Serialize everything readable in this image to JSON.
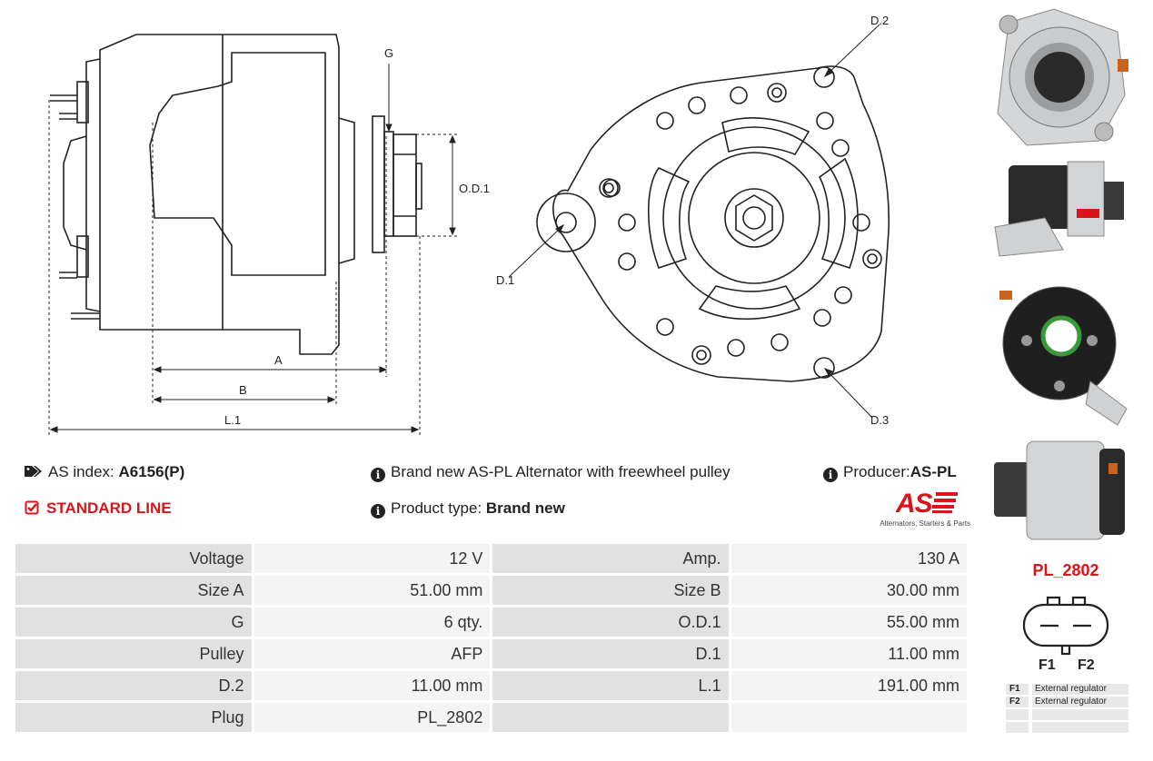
{
  "drawing_labels": {
    "g": "G",
    "od1": "O.D.1",
    "a": "A",
    "b": "B",
    "l1": "L.1",
    "d1": "D.1",
    "d2": "D.2",
    "d3": "D.3"
  },
  "info": {
    "as_index_label": "AS index:",
    "as_index_value": "A6156(P)",
    "line": "STANDARD LINE",
    "description": "Brand new AS-PL Alternator with freewheel pulley",
    "product_type_label": "Product type:",
    "product_type_value": "Brand new",
    "producer_label": "Producer:",
    "producer_value": "AS-PL"
  },
  "logo": {
    "mark": "AS",
    "tagline": "Alternators, Starters & Parts"
  },
  "specs": [
    {
      "l1": "Voltage",
      "v1": "12 V",
      "l2": "Amp.",
      "v2": "130 A"
    },
    {
      "l1": "Size A",
      "v1": "51.00 mm",
      "l2": "Size B",
      "v2": "30.00 mm"
    },
    {
      "l1": "G",
      "v1": "6 qty.",
      "l2": "O.D.1",
      "v2": "55.00 mm"
    },
    {
      "l1": "Pulley",
      "v1": "AFP",
      "l2": "D.1",
      "v2": "11.00 mm"
    },
    {
      "l1": "D.2",
      "v1": "11.00 mm",
      "l2": "L.1",
      "v2": "191.00 mm"
    },
    {
      "l1": "Plug",
      "v1": "PL_2802",
      "l2": "",
      "v2": ""
    }
  ],
  "plug": {
    "name": "PL_2802",
    "pin1": "F1",
    "pin2": "F2",
    "legend": [
      {
        "key": "F1",
        "value": "External regulator"
      },
      {
        "key": "F2",
        "value": "External regulator"
      },
      {
        "key": "",
        "value": ""
      },
      {
        "key": "",
        "value": ""
      }
    ]
  },
  "colors": {
    "accent_red": "#d9151b",
    "label_cell": "#e1e1e1",
    "value_cell": "#f4f4f4"
  }
}
